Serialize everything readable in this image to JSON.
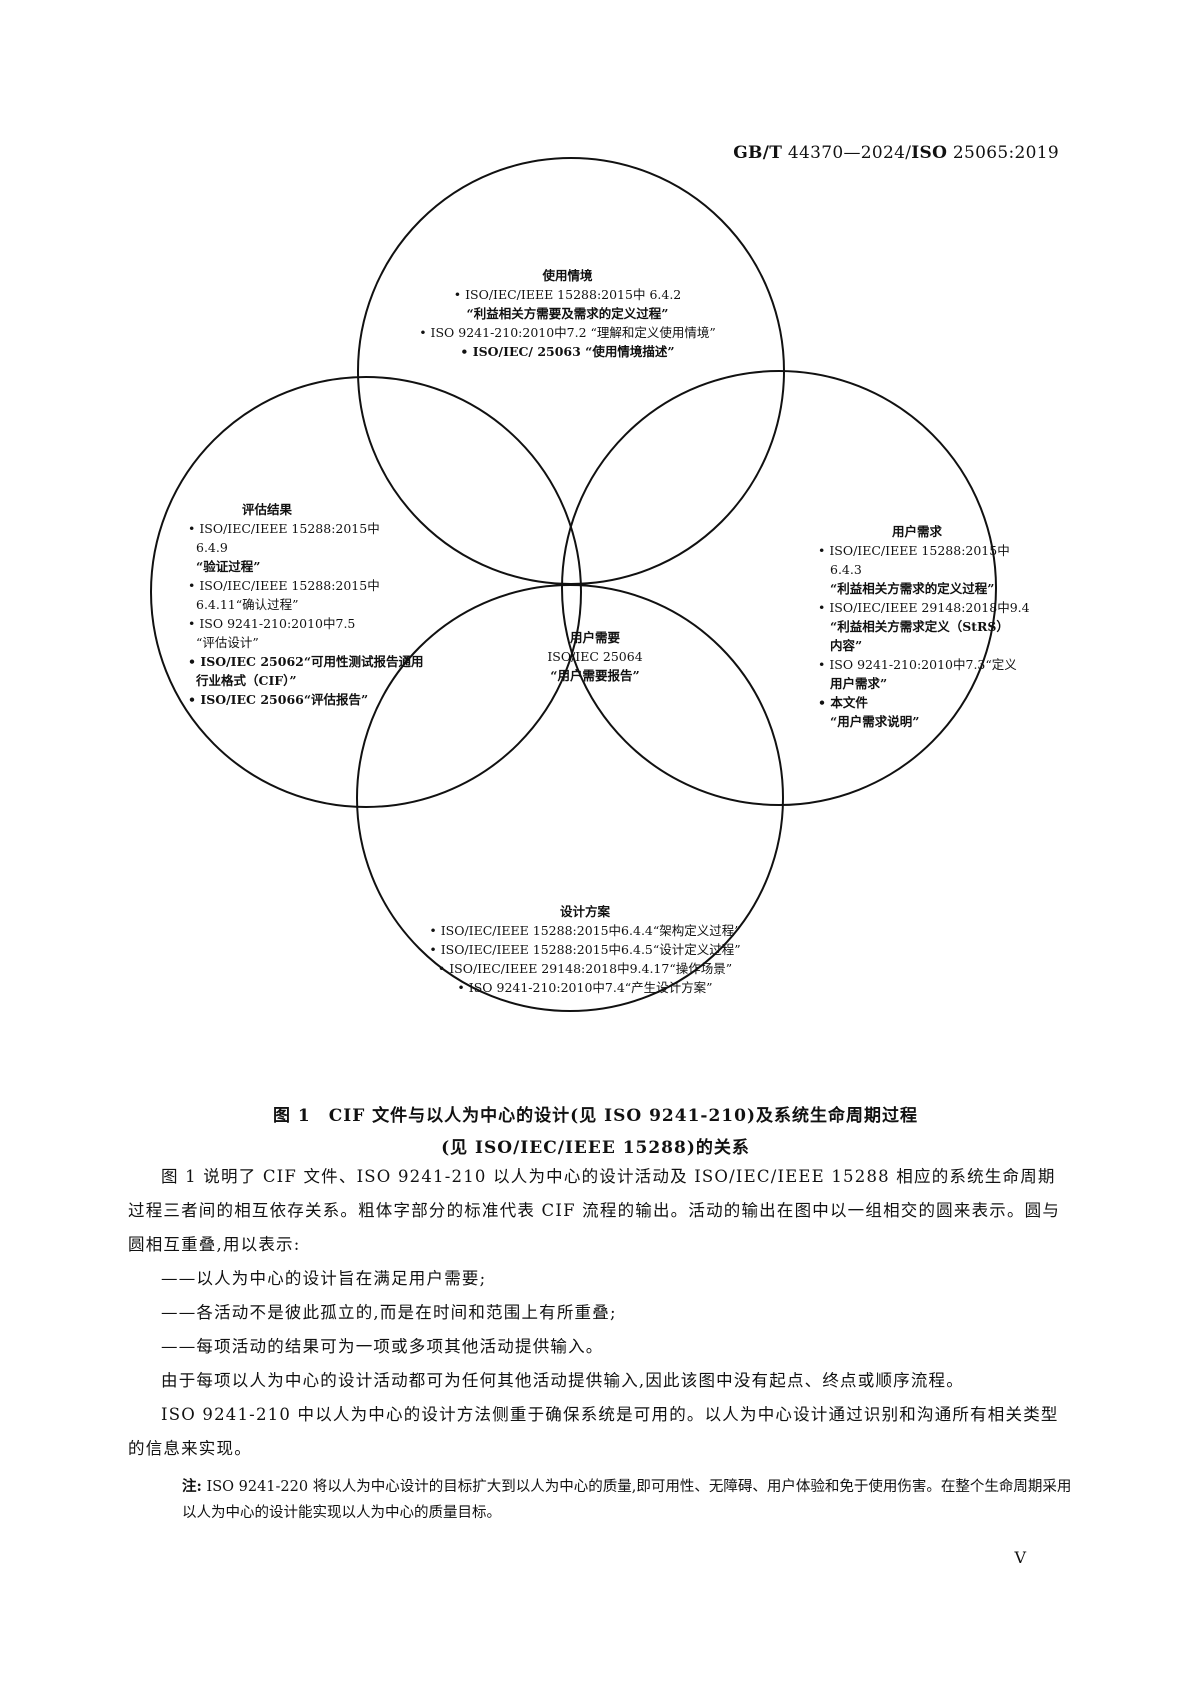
{
  "header": {
    "std_code": "GB/T",
    "std_num": "44370—2024/",
    "iso": "ISO",
    "iso_num": "25065:2019"
  },
  "figure": {
    "top": {
      "title": "使用情境",
      "items": [
        "• ISO/IEC/IEEE 15288:2015中 6.4.2",
        "“利益相关方需要及需求的定义过程”",
        "• ISO 9241-210:2010中7.2 “理解和定义使用情境”",
        "• ISO/IEC/ 25063 “使用情境描述”"
      ]
    },
    "left": {
      "title": "评估结果",
      "items": [
        "• ISO/IEC/IEEE 15288:2015中",
        "6.4.9",
        "“验证过程”",
        "• ISO/IEC/IEEE 15288:2015中",
        "6.4.11“确认过程”",
        "• ISO 9241-210:2010中7.5",
        "“评估设计”",
        "• ISO/IEC 25062“可用性测试报告通用",
        "行业格式（CIF）”",
        "• ISO/IEC 25066“评估报告”"
      ]
    },
    "right": {
      "title": "用户需求",
      "items": [
        "• ISO/IEC/IEEE 15288:2015中",
        "6.4.3",
        "“利益相关方需求的定义过程”",
        "• ISO/IEC/IEEE 29148:2018中9.4",
        "“利益相关方需求定义（StRS）",
        "内容”",
        "• ISO 9241-210:2010中7.3“定义",
        "用户需求”",
        "• 本文件",
        "“用户需求说明”"
      ]
    },
    "bottom": {
      "title": "设计方案",
      "items": [
        "• ISO/IEC/IEEE 15288:2015中6.4.4“架构定义过程”",
        "• ISO/IEC/IEEE 15288:2015中6.4.5“设计定义过程”",
        "• ISO/IEC/IEEE 29148:2018中9.4.17“操作场景”",
        "• ISO 9241-210:2010中7.4“产生设计方案”"
      ]
    },
    "center": {
      "title": "用户需要",
      "items": [
        "ISO/IEC 25064",
        "“用户需要报告”"
      ]
    }
  },
  "caption": {
    "line1": "图 1　CIF 文件与以人为中心的设计(见 ISO 9241-210)及系统生命周期过程",
    "line2": "(见 ISO/IEC/IEEE 15288)的关系"
  },
  "body": {
    "p1": "图 1 说明了 CIF 文件、ISO 9241-210 以人为中心的设计活动及 ISO/IEC/IEEE 15288 相应的系统生命周期过程三者间的相互依存关系。粗体字部分的标准代表 CIF 流程的输出。活动的输出在图中以一组相交的圆来表示。圆与圆相互重叠,用以表示:",
    "d1": "——以人为中心的设计旨在满足用户需要;",
    "d2": "——各活动不是彼此孤立的,而是在时间和范围上有所重叠;",
    "d3": "——每项活动的结果可为一项或多项其他活动提供输入。",
    "p2": "由于每项以人为中心的设计活动都可为任何其他活动提供输入,因此该图中没有起点、终点或顺序流程。",
    "p3": "ISO 9241-210 中以人为中心的设计方法侧重于确保系统是可用的。以人为中心设计通过识别和沟通所有相关类型的信息来实现。"
  },
  "note": {
    "label": "注:",
    "text": "ISO 9241-220 将以人为中心设计的目标扩大到以人为中心的质量,即可用性、无障碍、用户体验和免于使用伤害。在整个生命周期采用以人为中心的设计能实现以人为中心的质量目标。"
  },
  "page_number": "V"
}
